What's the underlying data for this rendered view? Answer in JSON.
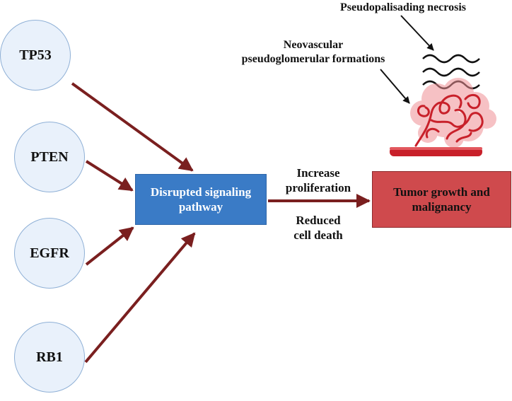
{
  "genes": [
    {
      "label": "TP53"
    },
    {
      "label": "PTEN"
    },
    {
      "label": "EGFR"
    },
    {
      "label": "RB1"
    }
  ],
  "signaling_box": {
    "line1": "Disrupted signaling",
    "line2": "pathway"
  },
  "outcome_box": {
    "line1": "Tumor growth and",
    "line2": "malignancy"
  },
  "effects": {
    "increase_line1": "Increase",
    "increase_line2": "proliferation",
    "reduced_line1": "Reduced",
    "reduced_line2": "cell death"
  },
  "annotations": {
    "necrosis": "Pseudopalisading necrosis",
    "neovascular_line1": "Neovascular",
    "neovascular_line2": "pseudoglomerular formations"
  },
  "colors": {
    "arrow": "#7a1f1f",
    "signal_box": "#3a7bc6",
    "tumor_box": "#cf4a4d",
    "gene_circle": "#e9f1fb",
    "vessel": "#c8202a"
  }
}
